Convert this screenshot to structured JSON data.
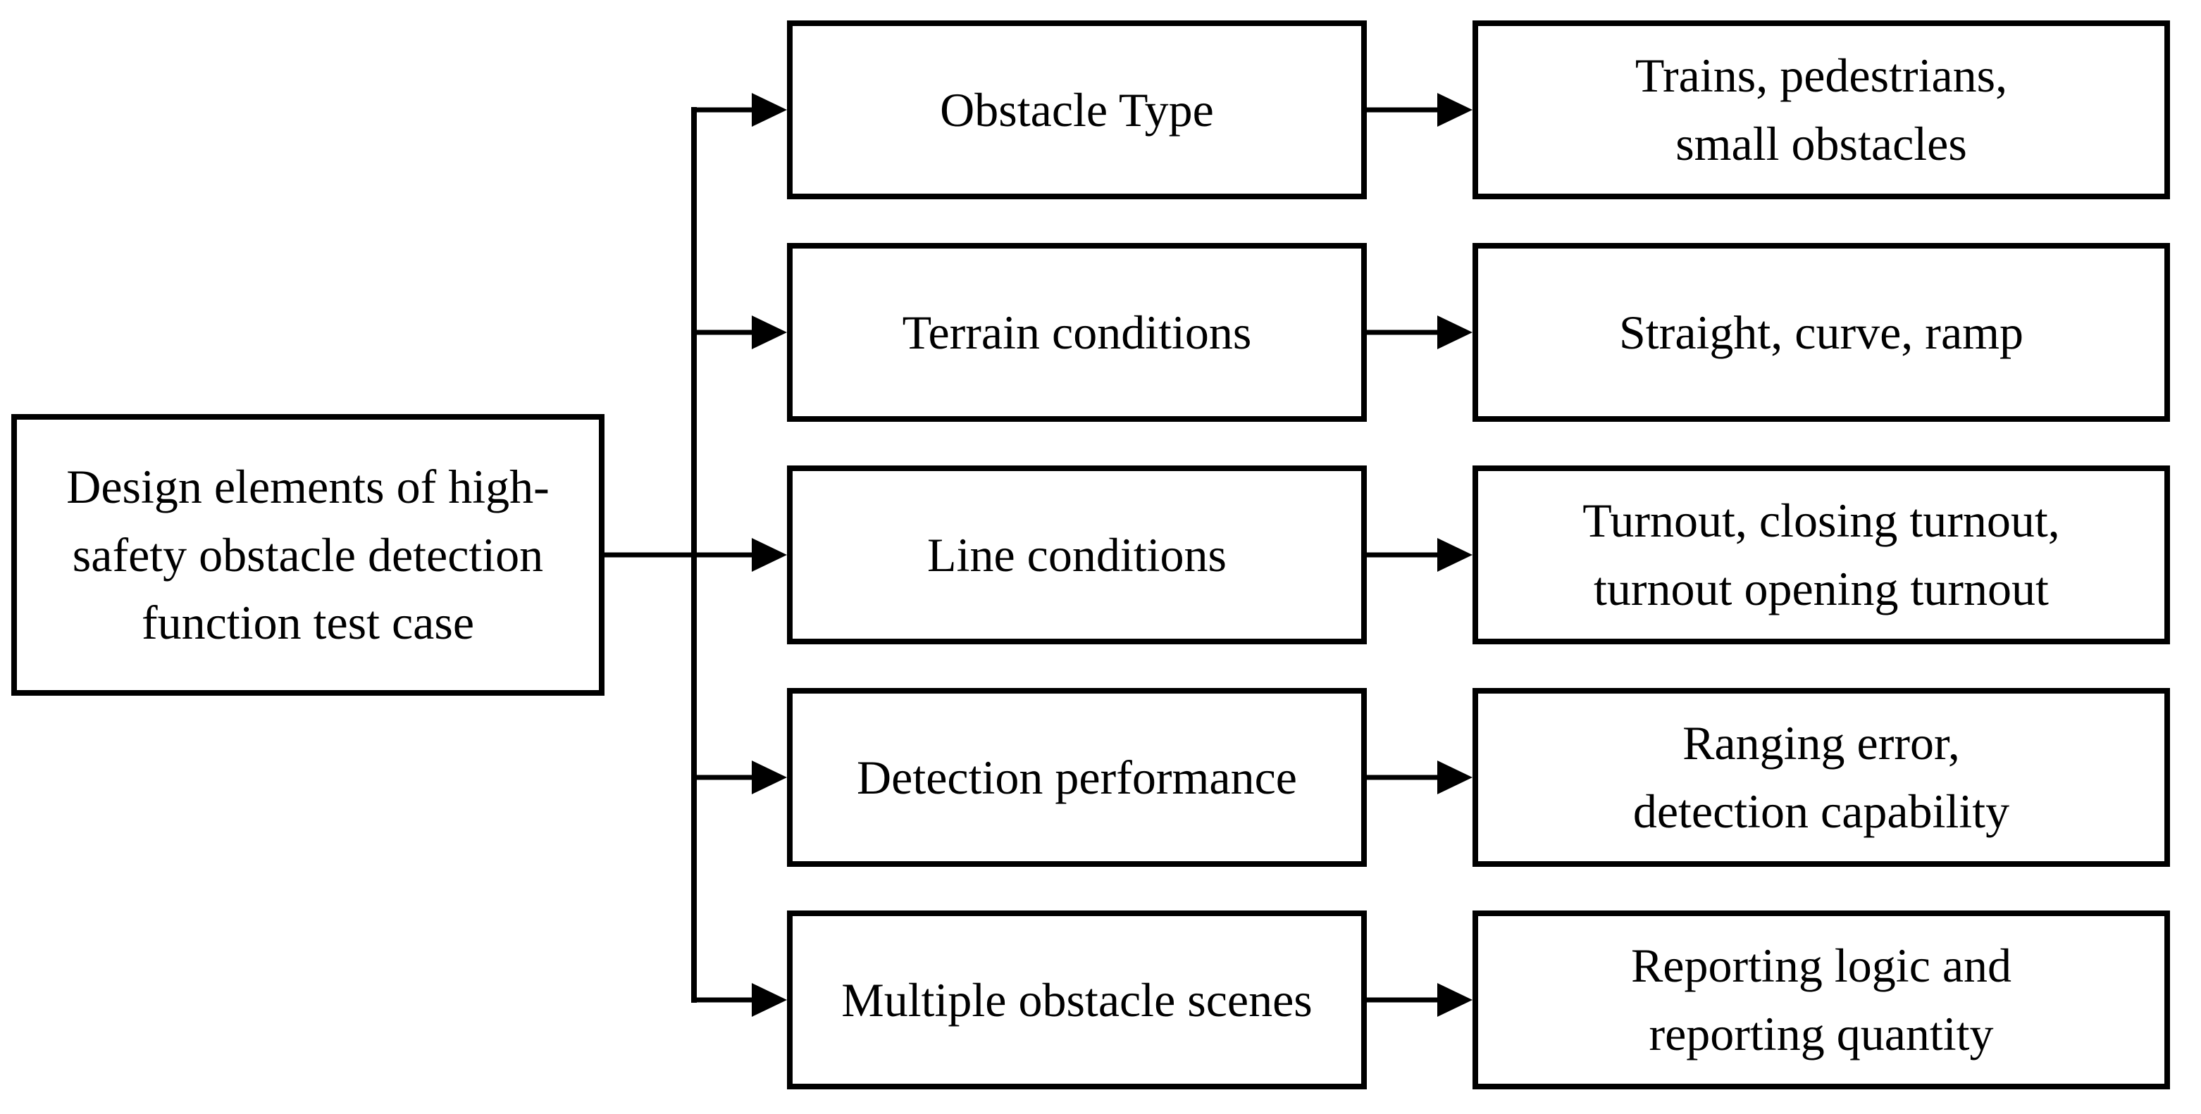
{
  "diagram": {
    "root_label": "Design elements of high-\nsafety obstacle detection\nfunction test case",
    "rows": [
      {
        "category": "Obstacle Type",
        "detail": "Trains, pedestrians,\nsmall obstacles"
      },
      {
        "category": "Terrain conditions",
        "detail": "Straight, curve, ramp"
      },
      {
        "category": "Line conditions",
        "detail": "Turnout, closing turnout,\nturnout opening turnout"
      },
      {
        "category": "Detection performance",
        "detail": "Ranging error,\ndetection capability"
      },
      {
        "category": "Multiple obstacle scenes",
        "detail": "Reporting logic and\nreporting quantity"
      }
    ]
  },
  "colors": {
    "line": "#000000",
    "box_border": "#000000",
    "text": "#000000",
    "background": "#ffffff"
  }
}
